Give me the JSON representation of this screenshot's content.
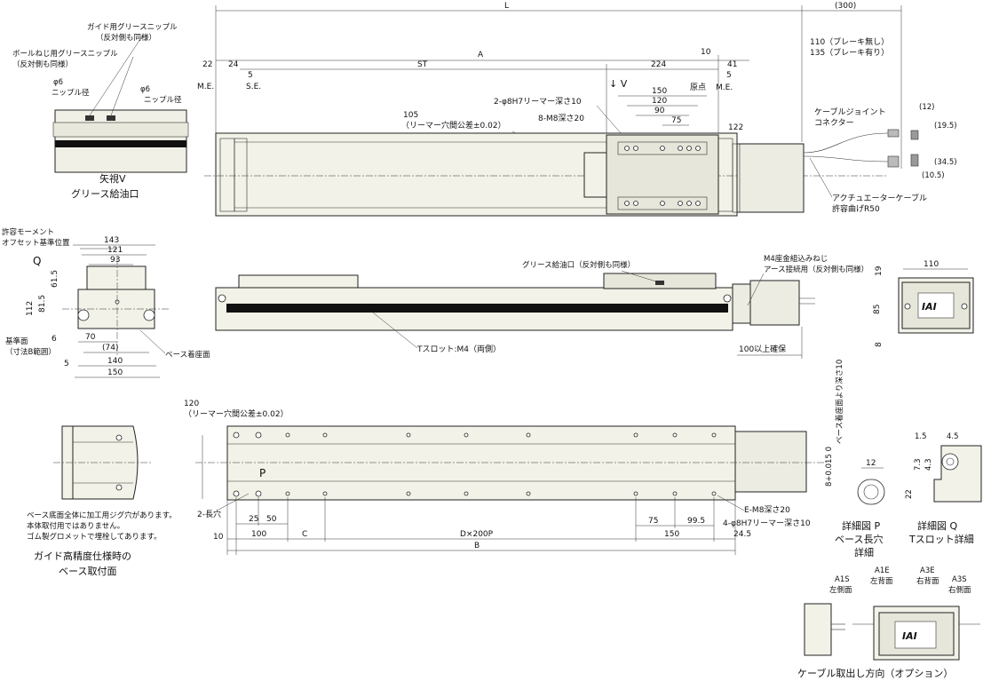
{
  "top": {
    "L": "L",
    "d300": "(300)",
    "d22": "22",
    "d24": "24",
    "d5a": "5",
    "A": "A",
    "d10": "10",
    "d41": "41",
    "d5b": "5",
    "ST": "ST",
    "d224": "224",
    "me_left": "M.E.",
    "se": "S.E.",
    "origin": "原点",
    "me_right": "M.E.",
    "arrowV": "↓ V",
    "brake1": "110（ブレーキ無し）",
    "brake2": "135（ブレーキ有り）",
    "reamer2": "2-φ8H7リーマー深さ10",
    "d150": "150",
    "d120": "120",
    "d90": "90",
    "d75": "75",
    "m8": "8-M8深さ20",
    "d105": "105",
    "reamer_tol": "（リーマー穴間公差±0.02）",
    "d122": "122",
    "cable_joint1": "ケーブルジョイント",
    "cable_joint2": "コネクター",
    "d12": "(12)",
    "d195": "(19.5)",
    "d345": "(34.5)",
    "d105b": "(10.5)",
    "act_cable1": "アクチュエーターケーブル",
    "act_cable2": "許容曲げR50"
  },
  "viewV": {
    "guide_nipple1": "ガイド用グリースニップル",
    "guide_nipple2": "（反対側も同様）",
    "ball_nipple1": "ボールねじ用グリースニップル",
    "ball_nipple2": "（反対側も同様）",
    "phi6a": "φ6",
    "nipple_a": "ニップル径",
    "phi6b": "φ6",
    "nipple_b": "ニップル径",
    "title1": "矢視V",
    "title2": "グリース給油口"
  },
  "side": {
    "grease": "グリース給油口（反対側も同様）",
    "m4_1": "M4座金組込みねじ",
    "m4_2": "アース接続用（反対側も同様）",
    "tslot": "Tスロット:M4（両側）",
    "clear100": "100以上確保"
  },
  "leftEnd": {
    "moment1": "許容モーメント",
    "moment2": "オフセット基準位置",
    "d143": "143",
    "d121": "121",
    "d93": "93",
    "Q": "Q",
    "d615": "61.5",
    "d815": "81.5",
    "d112": "112",
    "d6": "6",
    "ref1": "基準面",
    "ref2": "（寸法B範囲）",
    "d70": "70",
    "d74": "(74)",
    "d140": "140",
    "d5": "5",
    "d150": "150",
    "base_face": "ベース着座面"
  },
  "rightEnd": {
    "d110": "110",
    "d19": "19",
    "d85": "85",
    "d8": "8",
    "logo": "IAI"
  },
  "bottom": {
    "d120": "120",
    "reamer_tol": "（リーマー穴間公差±0.02）",
    "P": "P",
    "slot2": "2-長穴",
    "d25": "25",
    "d50": "50",
    "d10": "10",
    "d100": "100",
    "C": "C",
    "D200P": "D×200P",
    "d150": "150",
    "d245": "24.5",
    "B": "B",
    "d75": "75",
    "d995": "99.5",
    "em8": "E-M8深さ20",
    "reamer4": "4-φ8H7リーマー深さ10"
  },
  "guideBase": {
    "note1": "ベース底面全体に加工用ジグ穴があります。",
    "note2": "本体取付用ではありません。",
    "note3": "ゴム製グロメットで埋栓してあります。",
    "title1": "ガイド高精度仕様時の",
    "title2": "ベース取付面"
  },
  "detailP": {
    "depth": "ベース着座面より深さ10",
    "tol": "8+0.015 0",
    "d12": "12",
    "title1": "詳細図 P",
    "title2": "ベース長穴",
    "title3": "詳細"
  },
  "detailQ": {
    "d15": "1.5",
    "d45": "4.5",
    "d73": "7.3",
    "d43": "4.3",
    "d22": "22",
    "title1": "詳細図 Q",
    "title2": "Tスロット詳細"
  },
  "cable": {
    "a1s1": "A1S",
    "a1s2": "左側面",
    "a1e1": "A1E",
    "a1e2": "左背面",
    "a3e1": "A3E",
    "a3e2": "右背面",
    "a3s1": "A3S",
    "a3s2": "右側面",
    "logo": "IAI",
    "title": "ケーブル取出し方向（オプション）"
  }
}
